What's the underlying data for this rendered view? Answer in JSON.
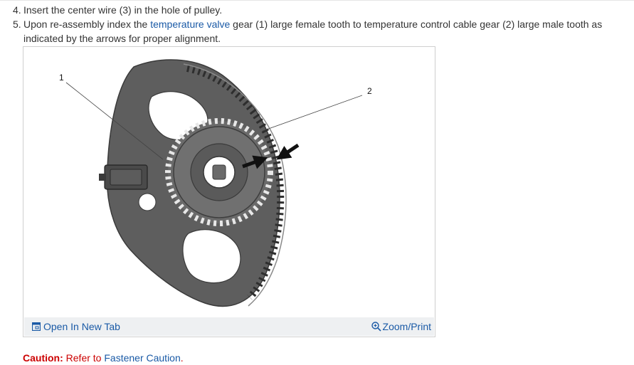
{
  "steps": [
    {
      "number": "4.",
      "text": "Insert the center wire (3) in the hole of pulley."
    },
    {
      "number": "5.",
      "before": "Upon re-assembly index the ",
      "link": "temperature valve",
      "after": " gear (1) large female tooth to temperature control cable gear (2) large male tooth as indicated by the arrows for proper alignment."
    }
  ],
  "figure": {
    "callouts": [
      "1",
      "2"
    ],
    "open_tab_label": "Open In New Tab",
    "zoom_label": "Zoom/Print",
    "open_tab_icon": "new-tab-icon",
    "zoom_icon": "zoom-icon"
  },
  "caution": {
    "label": "Caution:",
    "text": " Refer to ",
    "link": "Fastener Caution",
    "end": "."
  },
  "colors": {
    "link": "#1a5aa6",
    "caution": "#cc0000",
    "figure_bar": "#eef0f2",
    "gear": "#5e5e5e"
  }
}
